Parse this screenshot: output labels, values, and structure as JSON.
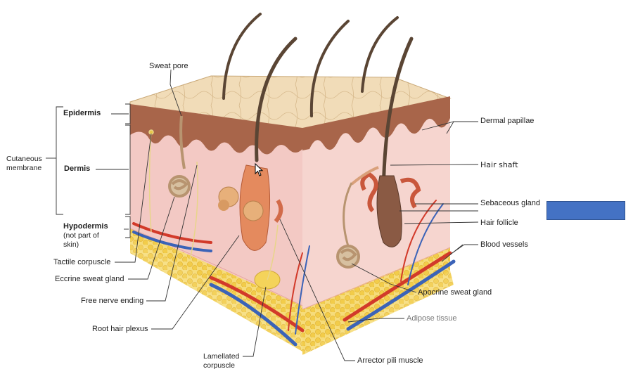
{
  "labels": {
    "sweat_pore": "Sweat pore",
    "epidermis": "Epidermis",
    "dermis": "Dermis",
    "hypodermis": "Hypodermis",
    "hypodermis_note_1": "(not part of",
    "hypodermis_note_2": "skin)",
    "cutaneous_1": "Cutaneous",
    "cutaneous_2": "membrane",
    "tactile_corpuscle": "Tactile corpuscle",
    "eccrine_sweat_gland": "Eccrine sweat gland",
    "free_nerve_ending": "Free nerve ending",
    "root_hair_plexus": "Root hair plexus",
    "lamellated_1": "Lamellated",
    "lamellated_2": "corpuscle",
    "arrector_pili": "Arrector pili muscle",
    "adipose_tissue": "Adipose tissue",
    "apocrine_sweat_gland": "Apocrine sweat gland",
    "blood_vessels": "Blood vessels",
    "hair_follicle": "Hair follicle",
    "sebaceous_gland": "Sebaceous gland",
    "hair_shaft": "Hair shaft",
    "dermal_papillae": "Dermal papillae"
  },
  "colors": {
    "epidermis_top": "#f1dcb8",
    "epidermis_band": "#a8654a",
    "dermis": "#f3c9c4",
    "hypodermis_fat": "#f2d060",
    "artery": "#d23a2a",
    "vein": "#3b63b8",
    "hair": "#5a4534",
    "overlay_box": "#4472c4"
  }
}
